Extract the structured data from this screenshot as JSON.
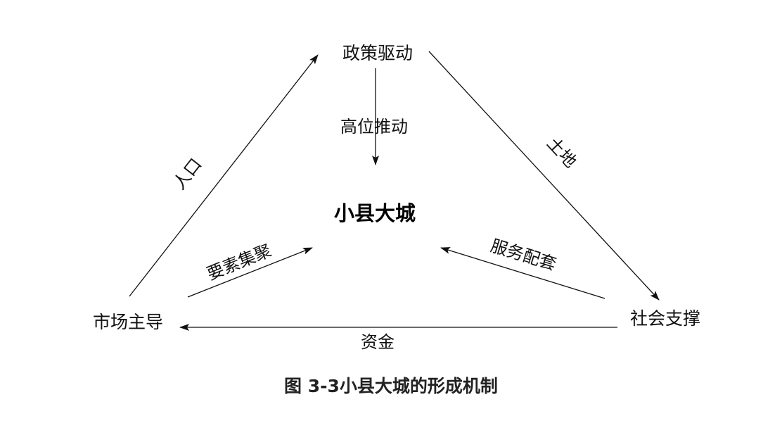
{
  "nodes": {
    "policy": "政策驱动",
    "market": "市场主导",
    "society": "社会支撑",
    "center": "小县大城"
  },
  "edges": {
    "population": "人口",
    "land": "土地",
    "capital": "资金",
    "high_push": "高位推动",
    "factor_agglomeration": "要素集聚",
    "service_support": "服务配套"
  },
  "caption": {
    "figure_no": "图 3-3",
    "title": "小县大城的形成机制"
  },
  "colors": {
    "stroke": "#111111",
    "text": "#111111",
    "caption": "#222222"
  }
}
